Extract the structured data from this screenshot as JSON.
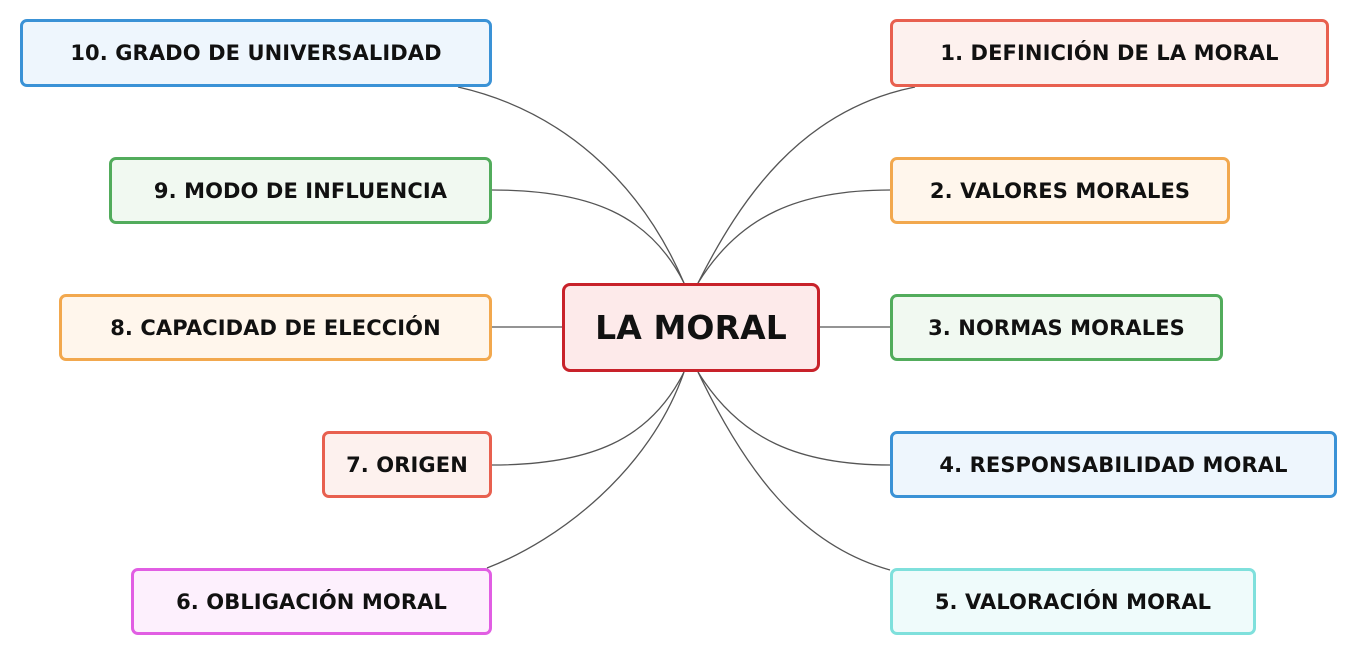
{
  "center": {
    "label": "LA MORAL",
    "border": "#c8222a",
    "fill": "#fdeaea"
  },
  "topics": [
    {
      "label": "1. DEFINICIÓN DE LA MORAL",
      "border": "#e8604f",
      "fill": "#fdf1ee"
    },
    {
      "label": "2. VALORES MORALES",
      "border": "#f2a84e",
      "fill": "#fff6ec"
    },
    {
      "label": "3. NORMAS MORALES",
      "border": "#52ac5c",
      "fill": "#f1f9f1"
    },
    {
      "label": "4. RESPONSABILIDAD MORAL",
      "border": "#3a92d6",
      "fill": "#eef6fd"
    },
    {
      "label": "5. VALORACIÓN MORAL",
      "border": "#7fe0dc",
      "fill": "#effbfb"
    },
    {
      "label": "6. OBLIGACIÓN MORAL",
      "border": "#e15ee3",
      "fill": "#fdf0fd"
    },
    {
      "label": "7. ORIGEN",
      "border": "#e8604f",
      "fill": "#fdf1ee"
    },
    {
      "label": "8. CAPACIDAD DE ELECCIÓN",
      "border": "#f2a84e",
      "fill": "#fff6ec"
    },
    {
      "label": "9. MODO DE INFLUENCIA",
      "border": "#52ac5c",
      "fill": "#f1f9f1"
    },
    {
      "label": "10. GRADO DE UNIVERSALIDAD",
      "border": "#3a92d6",
      "fill": "#eef6fd"
    }
  ],
  "connector_color": "#555555"
}
